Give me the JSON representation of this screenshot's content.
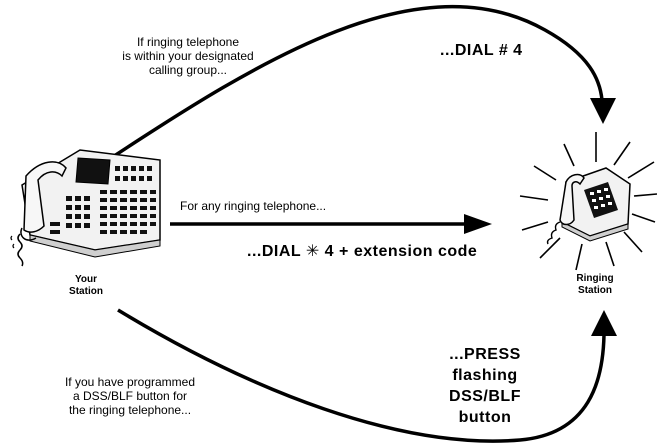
{
  "notes": {
    "group_line1": "If ringing telephone",
    "group_line2": "is within your designated",
    "group_line3": "calling group...",
    "any_ringing": "For any ringing telephone...",
    "dss_line1": "If you have programmed",
    "dss_line2": "a DSS/BLF button for",
    "dss_line3": "the ringing telephone..."
  },
  "actions": {
    "dial_group": "...DIAL # 4",
    "dial_prefix": "...DIAL ",
    "dial_star": "✳",
    "dial_suffix": " 4 + extension code",
    "press_line1": "...PRESS",
    "press_line2": "flashing",
    "press_line3": "DSS/BLF",
    "press_line4": "button"
  },
  "stations": {
    "your_line1": "Your",
    "your_line2": "Station",
    "ringing_line1": "Ringing",
    "ringing_line2": "Station"
  },
  "colors": {
    "ink": "#000000",
    "background": "#ffffff",
    "phone_body": "#f2f2f2",
    "phone_shade": "#cfcfcf"
  }
}
